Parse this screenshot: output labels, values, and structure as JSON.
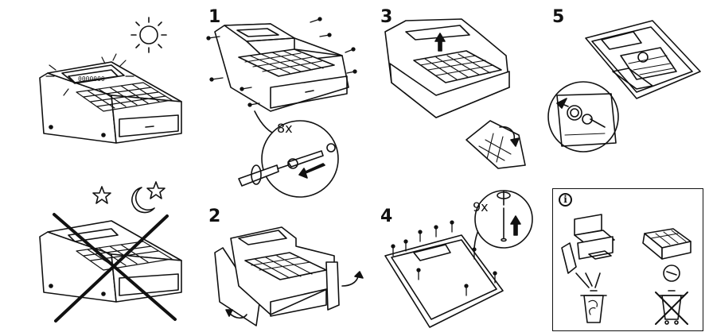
{
  "steps": {
    "s1": "1",
    "s2": "2",
    "s3": "3",
    "s4": "4",
    "s5": "5"
  },
  "quantities": {
    "screws_step1": "8x",
    "screws_step4": "9x"
  },
  "calculator_display": "0000000",
  "info_icon": "i",
  "icons": [
    "sun-icon",
    "star-icon",
    "moon-icon",
    "info-icon",
    "recycle-bin-icon",
    "no-trash-bin-icon",
    "arrow-icon",
    "screwdriver-icon",
    "battery-icon"
  ]
}
